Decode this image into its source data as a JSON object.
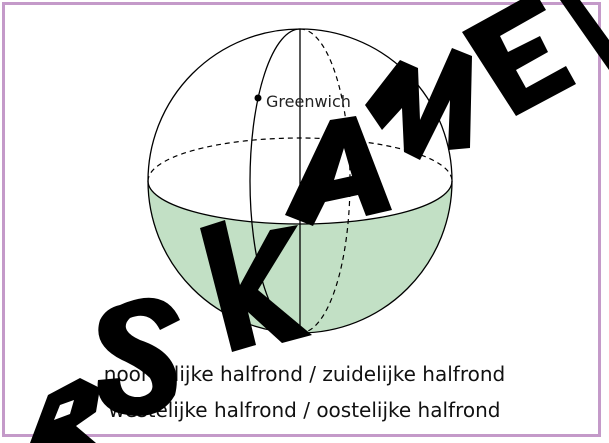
{
  "diagram": {
    "city_label": "Greenwich",
    "captions": [
      "noordelijke halfrond / zuidelijke halfrond",
      "westelijke halfrond / oostelijke halfrond"
    ],
    "watermark_text": "RSKAMEI",
    "colors": {
      "frame": "#c49ac9",
      "southern_fill": "#c2e0c5",
      "outline": "#000000",
      "watermark": "#000000"
    }
  }
}
